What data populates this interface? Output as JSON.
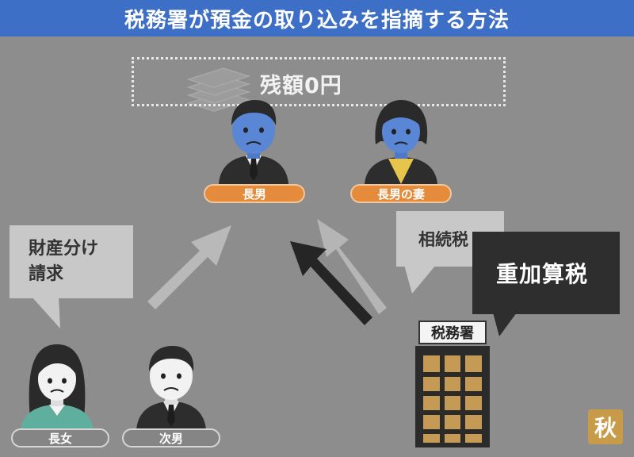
{
  "title": "税務署が預金の取り込みを指摘する方法",
  "balance_label": "残額0円",
  "people": {
    "eldest_son": "長男",
    "eldest_son_wife": "長男の妻",
    "eldest_daughter": "長女",
    "second_son": "次男"
  },
  "bubbles": {
    "claim": [
      "財産分け",
      "請求"
    ],
    "inheritance_tax": "相続税",
    "penalty_tax": "重加算税"
  },
  "office_label": "税務署",
  "logo_char": "秋",
  "colors": {
    "title_bar": "#3e6fc6",
    "orange_pill": "#e58b3c",
    "gray_pill": "#858585",
    "background": "#8d8d8d",
    "building": "#2b2b2b",
    "windows": "#c49a55"
  }
}
